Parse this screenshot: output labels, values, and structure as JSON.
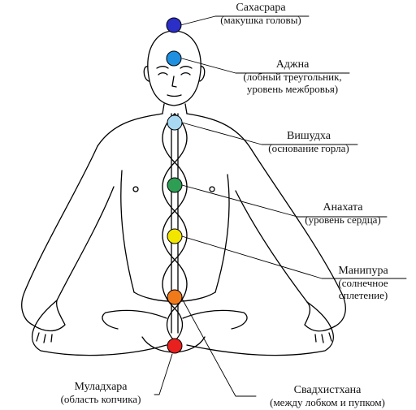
{
  "colors": {
    "line": "#000000",
    "background": "#ffffff"
  },
  "chakras": [
    {
      "name": "Сахасрара",
      "desc": "(макушка головы)",
      "color": "#2b2fc7",
      "icon": "crown-chakra-dot"
    },
    {
      "name": "Аджна",
      "desc": "(лобный треугольник,",
      "desc2": "уровень межбровья)",
      "color": "#1f8fe0",
      "icon": "third-eye-chakra-dot"
    },
    {
      "name": "Вишудха",
      "desc": "(основание горла)",
      "color": "#a9d9f2",
      "icon": "throat-chakra-dot"
    },
    {
      "name": "Анахата",
      "desc": "(уровень сердца)",
      "color": "#2e9e55",
      "icon": "heart-chakra-dot"
    },
    {
      "name": "Манипура",
      "desc": "(солнечное",
      "desc2": "сплетение)",
      "color": "#f2e600",
      "icon": "solar-plexus-chakra-dot"
    },
    {
      "name": "Свадхистхана",
      "desc": "(между лобком и пупком)",
      "color": "#f07a1a",
      "icon": "sacral-chakra-dot"
    },
    {
      "name": "Муладхара",
      "desc": "(область копчика)",
      "color": "#e8201e",
      "icon": "root-chakra-dot"
    }
  ]
}
